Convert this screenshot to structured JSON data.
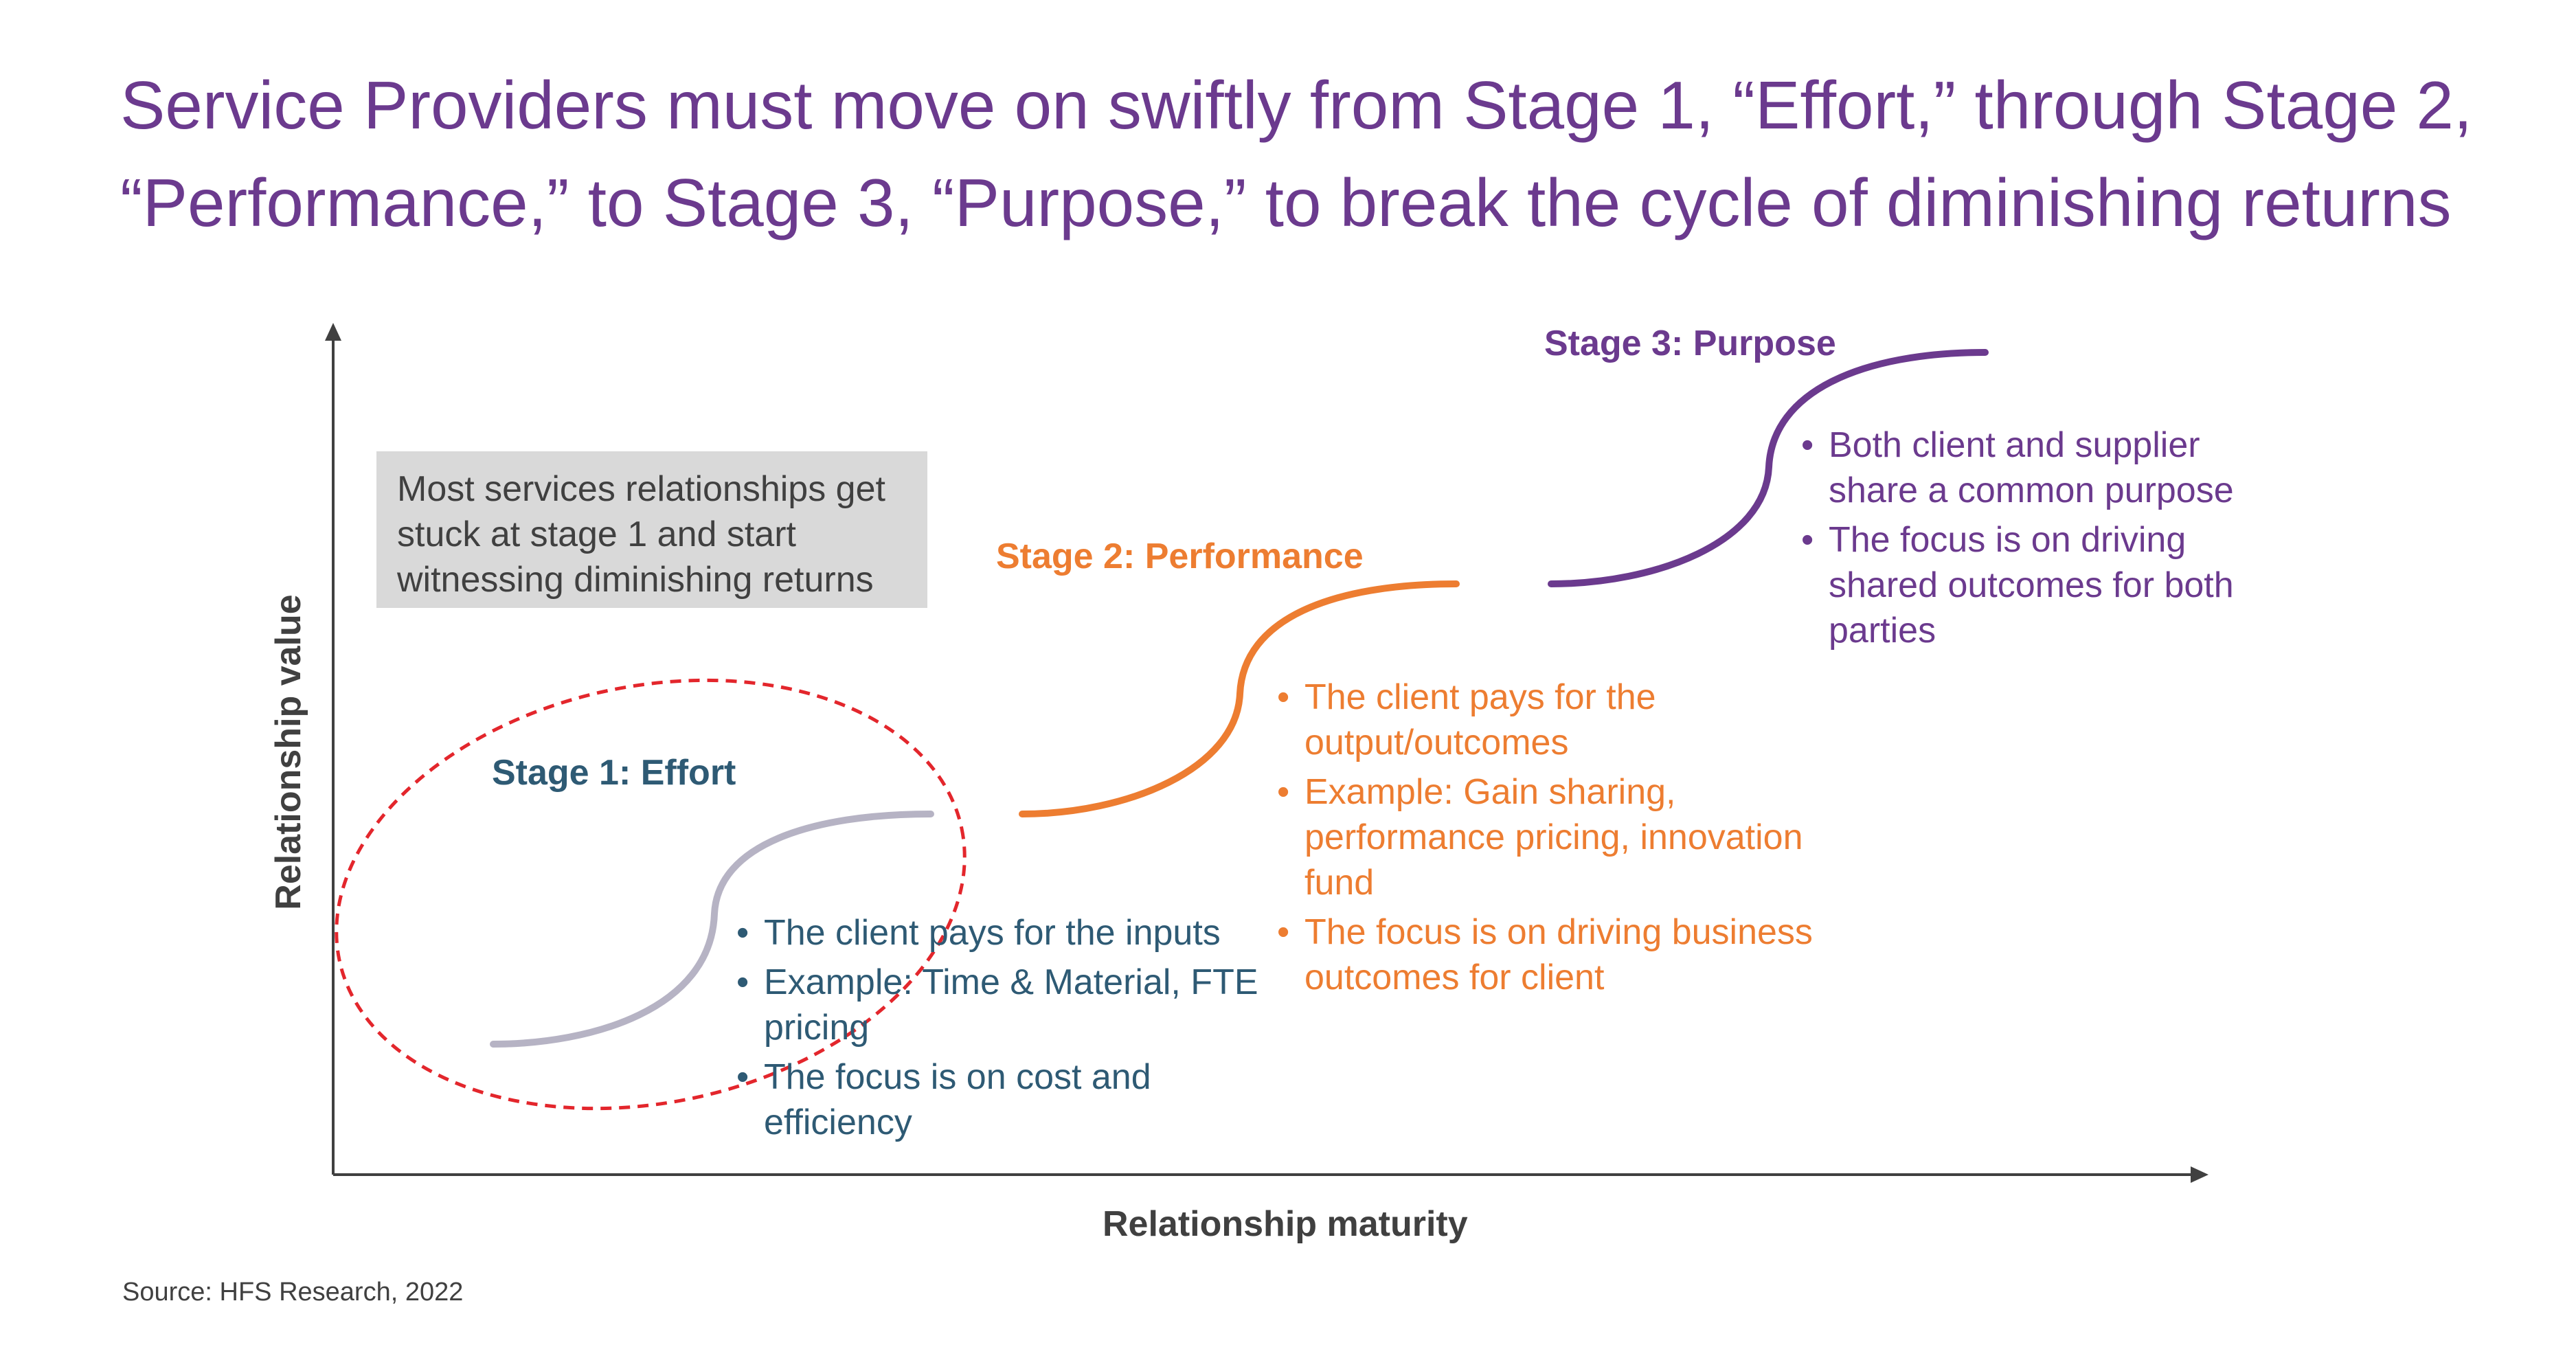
{
  "title": "Service Providers must move on swiftly from Stage 1, “Effort,” through Stage 2,\n“Performance,” to Stage 3, “Purpose,” to break the cycle of diminishing returns",
  "callout": "Most services relationships get stuck at stage 1 and start witnessing diminishing returns",
  "y_axis_label": "Relationship value",
  "x_axis_label": "Relationship maturity",
  "source": "Source: HFS Research, 2022",
  "colors": {
    "title": "#6B3A8E",
    "stage1": "#2E5A74",
    "stage1_curve": "#B6B3C4",
    "stage2": "#ED7D31",
    "stage3": "#6B3A8E",
    "highlight_ellipse": "#E3262C",
    "callout_bg": "#D9D9D9"
  },
  "stages": [
    {
      "label": "Stage 1: Effort",
      "bullets": [
        "The client pays for the inputs",
        "Example: Time & Material, FTE pricing",
        "The focus is on cost and efficiency"
      ]
    },
    {
      "label": "Stage 2: Performance",
      "bullets": [
        "The client pays for the output/outcomes",
        "Example: Gain sharing, performance pricing, innovation fund",
        "The focus is on driving business outcomes for client"
      ]
    },
    {
      "label": "Stage 3: Purpose",
      "bullets": [
        "Both client and supplier share a common purpose",
        "The focus is on driving shared outcomes for both parties"
      ]
    }
  ]
}
